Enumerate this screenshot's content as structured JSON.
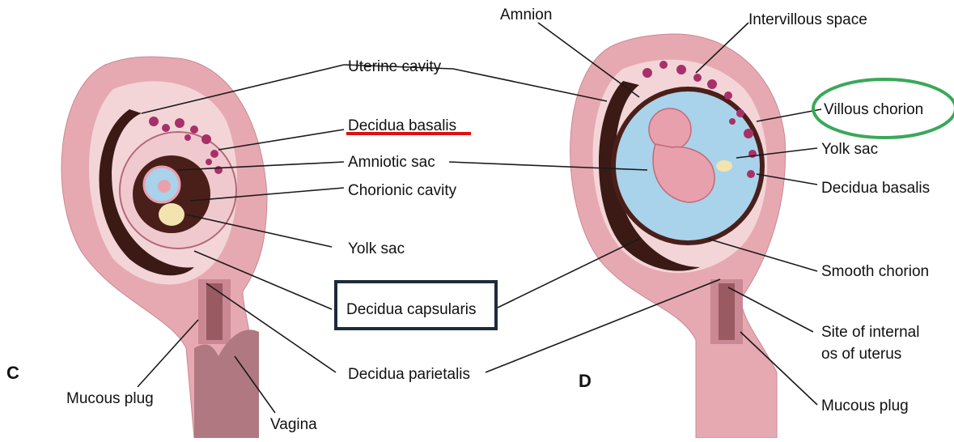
{
  "panels": {
    "left": "C",
    "right": "D"
  },
  "labels": {
    "uterine_cavity": "Uterine cavity",
    "decidua_basalis_left": "Decidua basalis",
    "amniotic_sac": "Amniotic sac",
    "chorionic_cavity": "Chorionic cavity",
    "yolk_sac_left": "Yolk sac",
    "decidua_capsularis": "Decidua capsularis",
    "decidua_parietalis": "Decidua parietalis",
    "mucous_plug_left": "Mucous plug",
    "vagina": "Vagina",
    "amnion": "Amnion",
    "intervillous_space": "Intervillous space",
    "villous_chorion": "Villous chorion",
    "yolk_sac_right": "Yolk sac",
    "decidua_basalis_right": "Decidua basalis",
    "smooth_chorion": "Smooth chorion",
    "site_internal_os_line1": "Site of internal",
    "site_internal_os_line2": "os of uterus",
    "mucous_plug_right": "Mucous plug"
  },
  "highlight_colors": {
    "underline": "#e01010",
    "box": "#1e2b3c",
    "ellipse": "#3aa85a"
  },
  "tissue_colors": {
    "uterine_wall": "#e7a9b1",
    "decidua": "#f3d5d8",
    "cavity": "#f9e9ea",
    "chorion": "#4a1f1a",
    "amniotic_fluid": "#a9d3ea",
    "embryo": "#e9a0ad",
    "villi": "#a83068",
    "yolk_sac": "#f2e3b0"
  }
}
